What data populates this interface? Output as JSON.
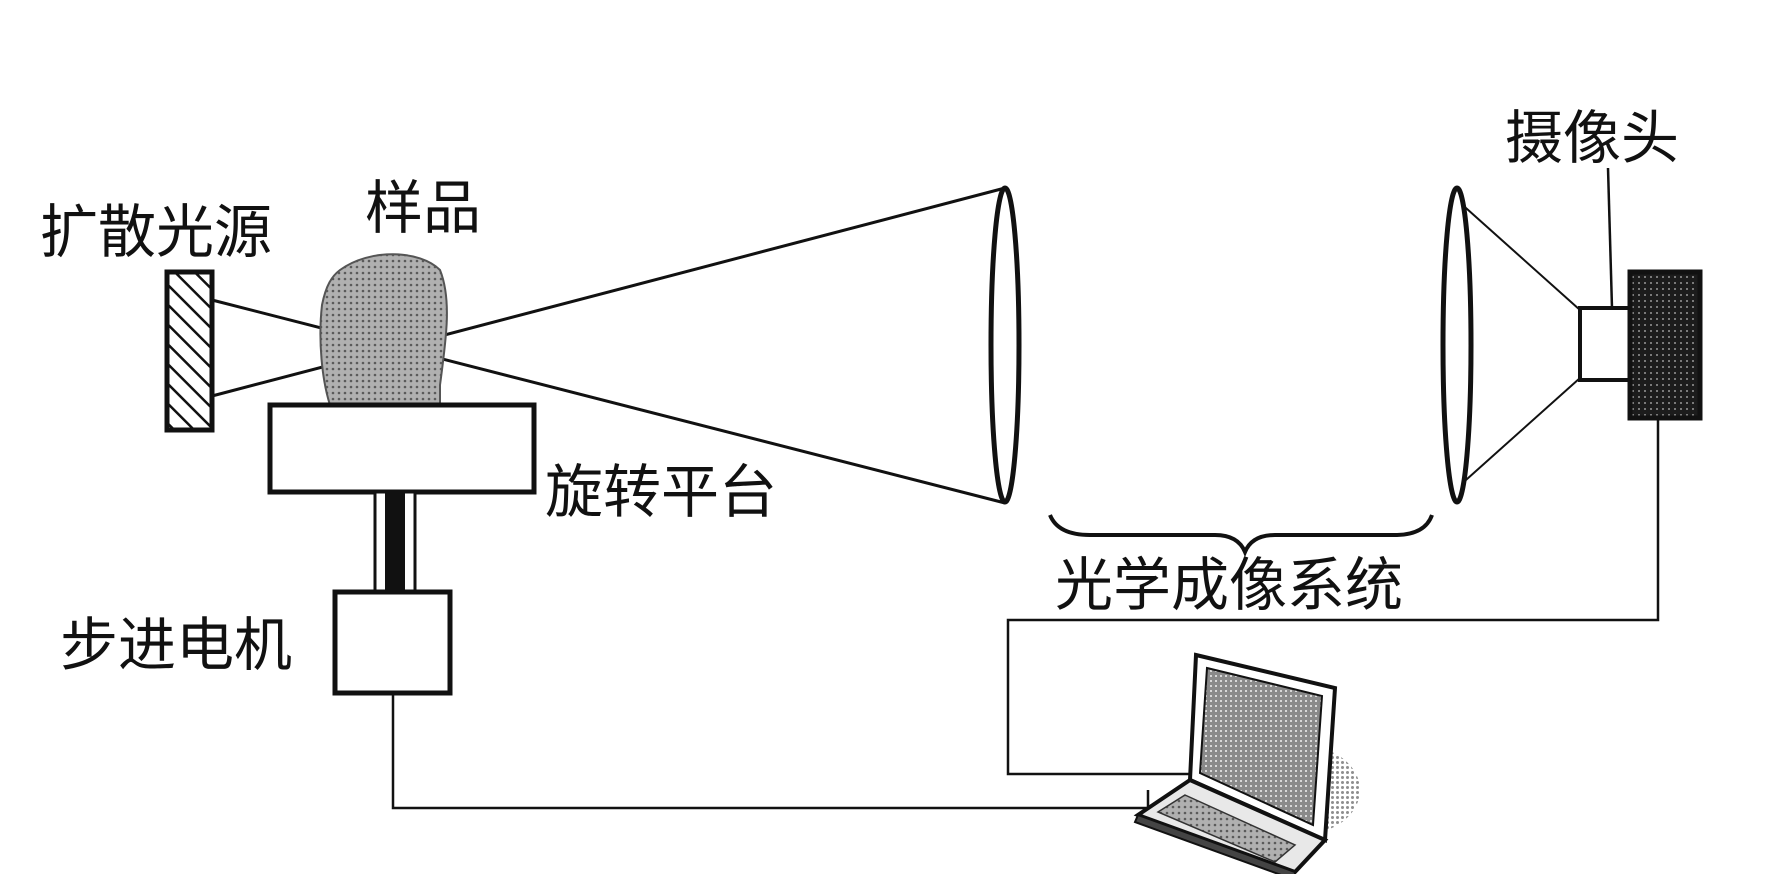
{
  "labels": {
    "diffuse_light_source": "扩散光源",
    "sample": "样品",
    "rotating_platform": "旋转平台",
    "stepper_motor": "步进电机",
    "optical_imaging_system": "光学成像系统",
    "camera": "摄像头"
  },
  "colors": {
    "stroke": "#111111",
    "sample_fill": "#9a9a9a",
    "camera_body": "#2a2a2a",
    "laptop_shadow": "#b5b5b5"
  }
}
